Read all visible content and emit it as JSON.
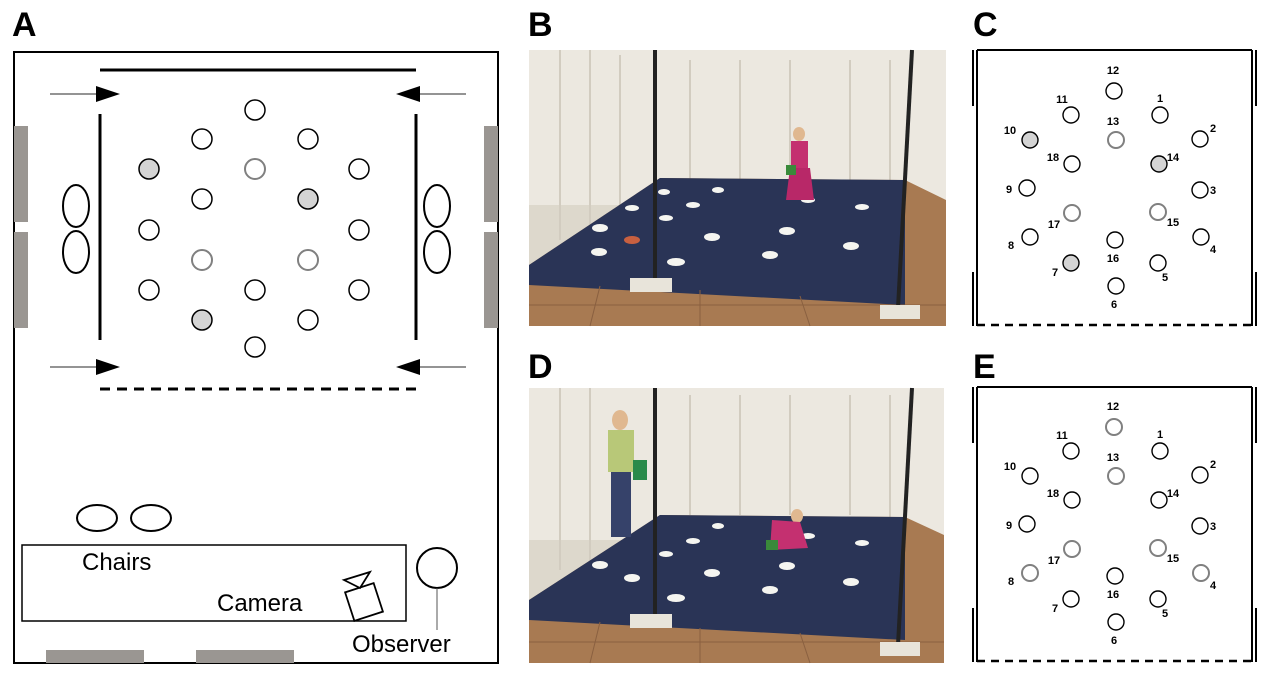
{
  "panels": {
    "a": {
      "label": "A",
      "text": {
        "chairs": "Chairs",
        "camera": "Camera",
        "observer": "Observer"
      }
    },
    "b": {
      "label": "B"
    },
    "c": {
      "label": "C",
      "shaded": [
        "7",
        "10",
        "14"
      ],
      "outlined": [
        "13",
        "15",
        "17"
      ]
    },
    "d": {
      "label": "D"
    },
    "e": {
      "label": "E",
      "shaded": [],
      "outlined": [
        "4",
        "8",
        "12",
        "13",
        "15",
        "17"
      ]
    }
  },
  "layout_numbers": [
    "1",
    "2",
    "3",
    "4",
    "5",
    "6",
    "7",
    "8",
    "9",
    "10",
    "11",
    "12",
    "13",
    "14",
    "15",
    "16",
    "17",
    "18"
  ],
  "colors": {
    "shaded": "#d4d4d4",
    "outline_gray": "#808080",
    "line": "#000000",
    "wall_gray": "#9a9692",
    "carpet": "#2a3456",
    "floor": "#a87a52",
    "curtain": "#ece8e0"
  }
}
